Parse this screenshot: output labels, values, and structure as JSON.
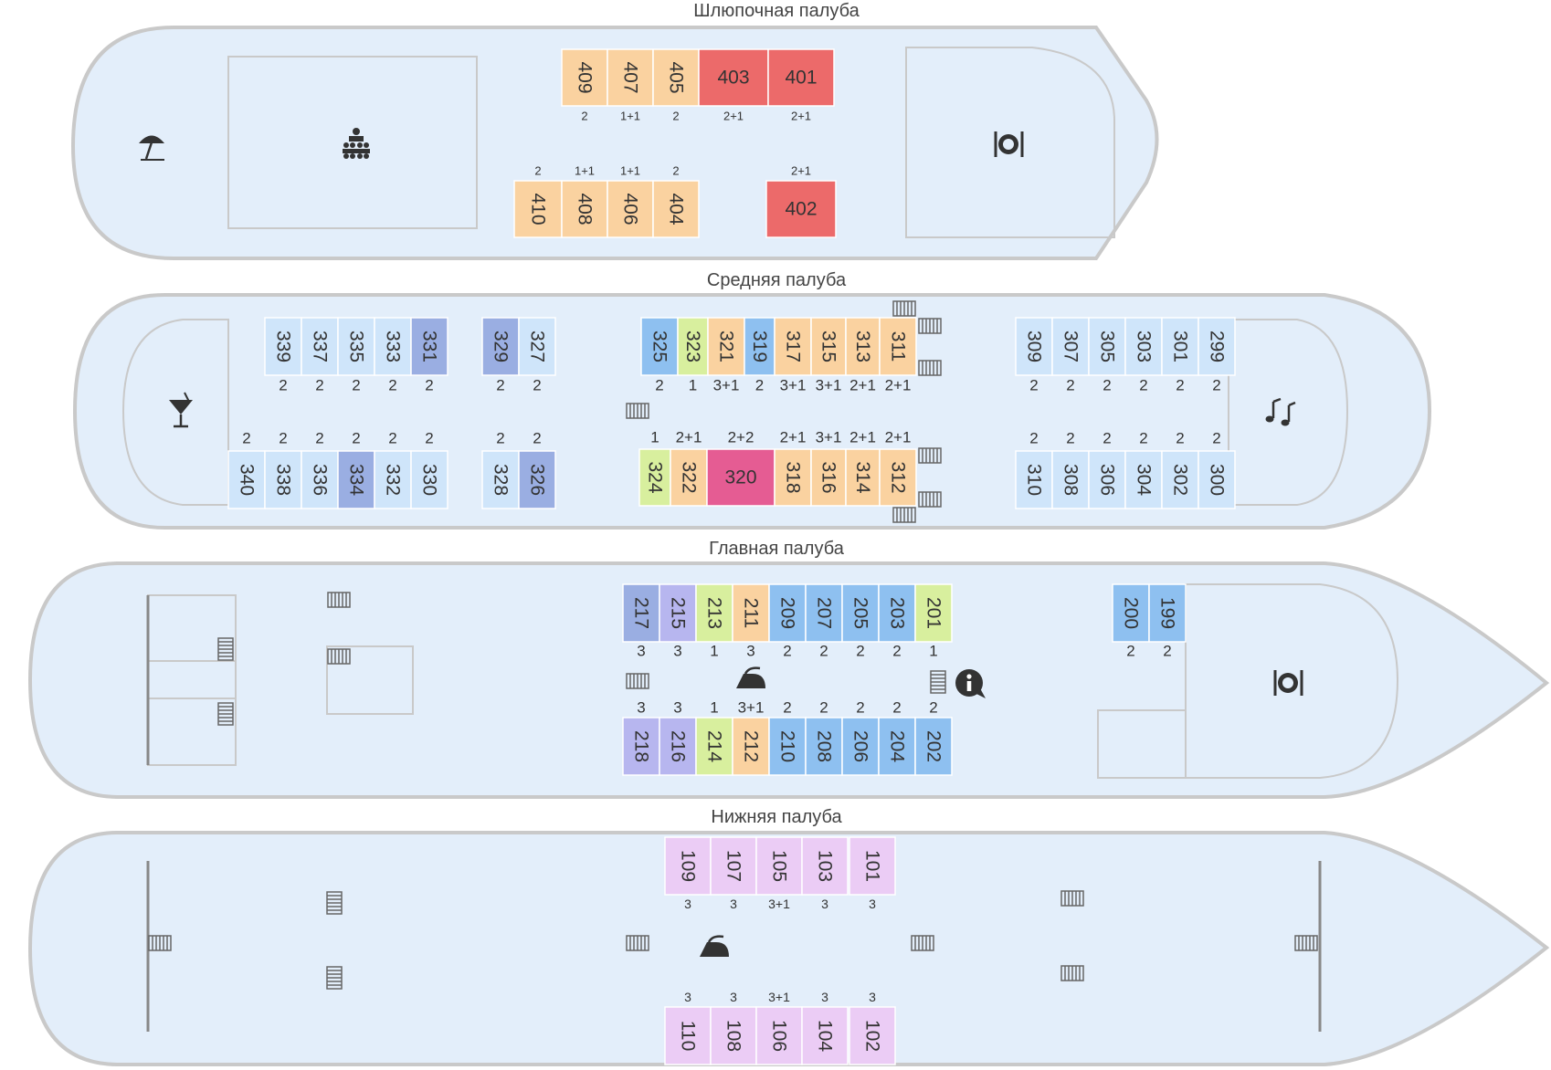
{
  "colors": {
    "hull_fill": "#e3eefa",
    "hull_stroke": "#c9c9c9",
    "cabin_stroke": "#bfcfdf",
    "text": "#333333",
    "light_blue": "#cfe5fa",
    "blue": "#8ec0f0",
    "lavender": "#9aaee2",
    "purple": "#b7b6ef",
    "green": "#d8ef9e",
    "orange": "#fad2a0",
    "red": "#ec6a6a",
    "pink": "#e55c93",
    "lilac": "#ebccf5"
  },
  "decks": [
    {
      "id": "boat",
      "title": "Шлюпочная палуба",
      "icons": [
        {
          "name": "beach-umbrella-icon"
        },
        {
          "name": "conference-hall-icon"
        },
        {
          "name": "restaurant-icon"
        }
      ],
      "cabins": [
        {
          "num": "409",
          "cap": "2",
          "color": "orange"
        },
        {
          "num": "407",
          "cap": "1+1",
          "color": "orange"
        },
        {
          "num": "405",
          "cap": "2",
          "color": "orange"
        },
        {
          "num": "403",
          "cap": "2+1",
          "color": "red"
        },
        {
          "num": "401",
          "cap": "2+1",
          "color": "red"
        },
        {
          "num": "410",
          "cap": "2",
          "color": "orange"
        },
        {
          "num": "408",
          "cap": "1+1",
          "color": "orange"
        },
        {
          "num": "406",
          "cap": "1+1",
          "color": "orange"
        },
        {
          "num": "404",
          "cap": "2",
          "color": "orange"
        },
        {
          "num": "402",
          "cap": "2+1",
          "color": "red"
        }
      ]
    },
    {
      "id": "middle",
      "title": "Средняя палуба",
      "icons": [
        {
          "name": "cocktail-bar-icon"
        },
        {
          "name": "music-salon-icon"
        }
      ],
      "cabins": [
        {
          "num": "339",
          "cap": "2",
          "color": "light_blue"
        },
        {
          "num": "337",
          "cap": "2",
          "color": "light_blue"
        },
        {
          "num": "335",
          "cap": "2",
          "color": "light_blue"
        },
        {
          "num": "333",
          "cap": "2",
          "color": "light_blue"
        },
        {
          "num": "331",
          "cap": "2",
          "color": "lavender"
        },
        {
          "num": "329",
          "cap": "2",
          "color": "lavender"
        },
        {
          "num": "327",
          "cap": "2",
          "color": "light_blue"
        },
        {
          "num": "325",
          "cap": "2",
          "color": "blue"
        },
        {
          "num": "323",
          "cap": "1",
          "color": "green"
        },
        {
          "num": "321",
          "cap": "3+1",
          "color": "orange"
        },
        {
          "num": "319",
          "cap": "2",
          "color": "blue"
        },
        {
          "num": "317",
          "cap": "3+1",
          "color": "orange"
        },
        {
          "num": "315",
          "cap": "3+1",
          "color": "orange"
        },
        {
          "num": "313",
          "cap": "2+1",
          "color": "orange"
        },
        {
          "num": "311",
          "cap": "2+1",
          "color": "orange"
        },
        {
          "num": "309",
          "cap": "2",
          "color": "light_blue"
        },
        {
          "num": "307",
          "cap": "2",
          "color": "light_blue"
        },
        {
          "num": "305",
          "cap": "2",
          "color": "light_blue"
        },
        {
          "num": "303",
          "cap": "2",
          "color": "light_blue"
        },
        {
          "num": "301",
          "cap": "2",
          "color": "light_blue"
        },
        {
          "num": "299",
          "cap": "2",
          "color": "light_blue"
        },
        {
          "num": "340",
          "cap": "2",
          "color": "light_blue"
        },
        {
          "num": "338",
          "cap": "2",
          "color": "light_blue"
        },
        {
          "num": "336",
          "cap": "2",
          "color": "light_blue"
        },
        {
          "num": "334",
          "cap": "2",
          "color": "lavender"
        },
        {
          "num": "332",
          "cap": "2",
          "color": "light_blue"
        },
        {
          "num": "330",
          "cap": "2",
          "color": "light_blue"
        },
        {
          "num": "328",
          "cap": "2",
          "color": "light_blue"
        },
        {
          "num": "326",
          "cap": "2",
          "color": "lavender"
        },
        {
          "num": "324",
          "cap": "1",
          "color": "green"
        },
        {
          "num": "322",
          "cap": "2+1",
          "color": "orange"
        },
        {
          "num": "320",
          "cap": "2+2",
          "color": "pink"
        },
        {
          "num": "318",
          "cap": "2+1",
          "color": "orange"
        },
        {
          "num": "316",
          "cap": "3+1",
          "color": "orange"
        },
        {
          "num": "314",
          "cap": "2+1",
          "color": "orange"
        },
        {
          "num": "312",
          "cap": "2+1",
          "color": "orange"
        },
        {
          "num": "310",
          "cap": "2",
          "color": "light_blue"
        },
        {
          "num": "308",
          "cap": "2",
          "color": "light_blue"
        },
        {
          "num": "306",
          "cap": "2",
          "color": "light_blue"
        },
        {
          "num": "304",
          "cap": "2",
          "color": "light_blue"
        },
        {
          "num": "302",
          "cap": "2",
          "color": "light_blue"
        },
        {
          "num": "300",
          "cap": "2",
          "color": "light_blue"
        }
      ]
    },
    {
      "id": "main",
      "title": "Главная палуба",
      "icons": [
        {
          "name": "ironing-icon"
        },
        {
          "name": "info-icon"
        },
        {
          "name": "restaurant-icon"
        }
      ],
      "cabins": [
        {
          "num": "217",
          "cap": "3",
          "color": "lavender"
        },
        {
          "num": "215",
          "cap": "3",
          "color": "purple"
        },
        {
          "num": "213",
          "cap": "1",
          "color": "green"
        },
        {
          "num": "211",
          "cap": "3",
          "color": "orange"
        },
        {
          "num": "209",
          "cap": "2",
          "color": "blue"
        },
        {
          "num": "207",
          "cap": "2",
          "color": "blue"
        },
        {
          "num": "205",
          "cap": "2",
          "color": "blue"
        },
        {
          "num": "203",
          "cap": "2",
          "color": "blue"
        },
        {
          "num": "201",
          "cap": "1",
          "color": "green"
        },
        {
          "num": "200",
          "cap": "2",
          "color": "blue"
        },
        {
          "num": "199",
          "cap": "2",
          "color": "blue"
        },
        {
          "num": "218",
          "cap": "3",
          "color": "purple"
        },
        {
          "num": "216",
          "cap": "3",
          "color": "purple"
        },
        {
          "num": "214",
          "cap": "1",
          "color": "green"
        },
        {
          "num": "212",
          "cap": "3+1",
          "color": "orange"
        },
        {
          "num": "210",
          "cap": "2",
          "color": "blue"
        },
        {
          "num": "208",
          "cap": "2",
          "color": "blue"
        },
        {
          "num": "206",
          "cap": "2",
          "color": "blue"
        },
        {
          "num": "204",
          "cap": "2",
          "color": "blue"
        },
        {
          "num": "202",
          "cap": "2",
          "color": "blue"
        }
      ]
    },
    {
      "id": "lower",
      "title": "Нижняя палуба",
      "icons": [
        {
          "name": "ironing-icon"
        }
      ],
      "cabins": [
        {
          "num": "109",
          "cap": "3",
          "color": "lilac"
        },
        {
          "num": "107",
          "cap": "3",
          "color": "lilac"
        },
        {
          "num": "105",
          "cap": "3+1",
          "color": "lilac"
        },
        {
          "num": "103",
          "cap": "3",
          "color": "lilac"
        },
        {
          "num": "101",
          "cap": "3",
          "color": "lilac"
        },
        {
          "num": "110",
          "cap": "3",
          "color": "lilac"
        },
        {
          "num": "108",
          "cap": "3",
          "color": "lilac"
        },
        {
          "num": "106",
          "cap": "3+1",
          "color": "lilac"
        },
        {
          "num": "104",
          "cap": "3",
          "color": "lilac"
        },
        {
          "num": "102",
          "cap": "3",
          "color": "lilac"
        }
      ]
    }
  ]
}
